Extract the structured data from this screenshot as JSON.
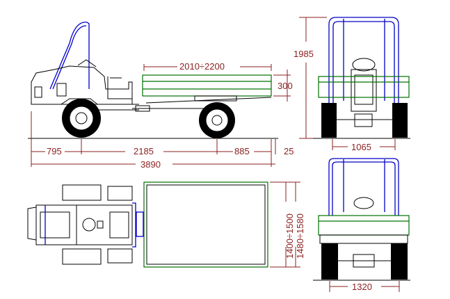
{
  "dimensions": {
    "front_overhang": "795",
    "wheelbase": "2185",
    "rear_overhang": "885",
    "rear_gap": "25",
    "overall_length": "3890",
    "bed_length": "2010÷2200",
    "bed_side_height": "300",
    "overall_height": "1985",
    "front_track": "1065",
    "rear_track": "1320",
    "bed_inner_width": "1400÷1500",
    "bed_outer_width": "1480÷1580"
  },
  "colors": {
    "dimension": "#8b1f1f",
    "frame": "#0000c8",
    "bed": "#007000",
    "outline": "#000000"
  }
}
